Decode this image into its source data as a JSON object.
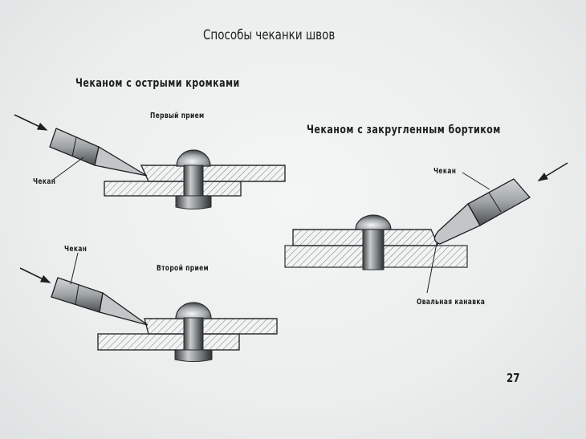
{
  "title": "Способы чеканки швов",
  "section_sharp": {
    "heading": "Чеканом с острыми кромками",
    "step1_label": "Первый прием",
    "step2_label": "Второй прием",
    "chisel_label_1": "Чекан",
    "chisel_label_2": "Чекан"
  },
  "section_round": {
    "heading": "Чеканом с закругленным бортиком",
    "chisel_label": "Чекан",
    "groove_label": "Овальная канавка"
  },
  "page_number": "27"
}
